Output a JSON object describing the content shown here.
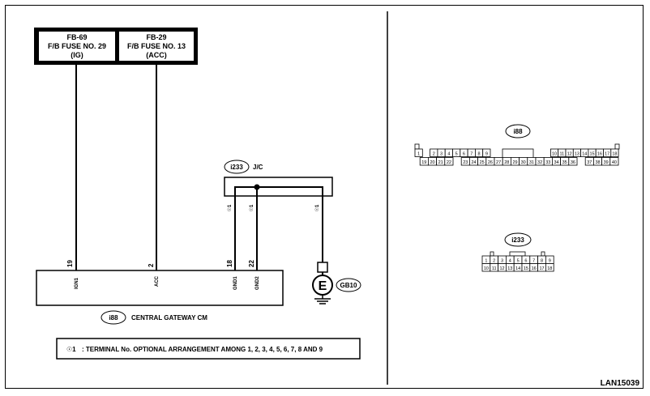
{
  "fuses": [
    {
      "lines": [
        "FB-69",
        "F/B FUSE NO. 29",
        "(IG)"
      ]
    },
    {
      "lines": [
        "FB-29",
        "F/B FUSE NO. 13",
        "(ACC)"
      ]
    }
  ],
  "junction": {
    "id": "i233",
    "label": "J/C"
  },
  "wire_marks": [
    "☉1",
    "☉1",
    "☉1"
  ],
  "module": {
    "id": "i88",
    "name": "CENTRAL GATEWAY CM",
    "pins": [
      {
        "number": "19",
        "name": "IGN1"
      },
      {
        "number": "2",
        "name": "ACC"
      },
      {
        "number": "18",
        "name": "GND1"
      },
      {
        "number": "22",
        "name": "GND2"
      }
    ]
  },
  "ground": {
    "symbol": "E",
    "id": "GB10"
  },
  "note": {
    "mark": "☉1",
    "text": ": TERMINAL No. OPTIONAL ARRANGEMENT AMONG 1, 2, 3, 4, 5, 6, 7, 8 AND 9"
  },
  "connector_i88": {
    "id": "i88",
    "top_row": [
      "1",
      "",
      "2",
      "3",
      "4",
      "5",
      "6",
      "7",
      "8",
      "9",
      "",
      "",
      "",
      "",
      "",
      "",
      "",
      "",
      "10",
      "11",
      "12",
      "13",
      "14",
      "15",
      "16",
      "17",
      "18"
    ],
    "bottom_row": [
      "",
      "19",
      "20",
      "21",
      "22",
      "",
      "23",
      "24",
      "25",
      "26",
      "27",
      "28",
      "29",
      "30",
      "31",
      "32",
      "33",
      "34",
      "35",
      "36",
      "",
      "37",
      "38",
      "39",
      "40"
    ]
  },
  "connector_i233": {
    "id": "i233",
    "top_row": [
      "1",
      "2",
      "3",
      "4",
      "5",
      "6",
      "7",
      "8",
      "9"
    ],
    "bottom_row": [
      "10",
      "11",
      "12",
      "13",
      "14",
      "15",
      "16",
      "17",
      "18"
    ]
  },
  "diagram_code": "LAN15039"
}
